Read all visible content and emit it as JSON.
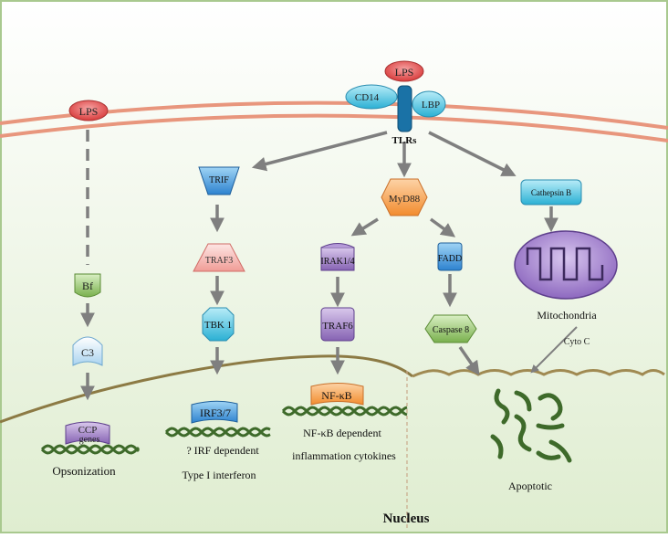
{
  "membrane": {
    "lps_main": "LPS",
    "cd14": "CD14",
    "lbp": "LBP",
    "tlrs": "TLRs"
  },
  "complement": {
    "lps": "LPS",
    "bf": "Bf",
    "c3": "C3",
    "ccp_line1": "CCP",
    "ccp_line2": "genes",
    "opsonization": "Opsonization"
  },
  "trif_pathway": {
    "trif": "TRIF",
    "traf3": "TRAF3",
    "tbk1": "TBK 1",
    "irf37": "IRF3/7",
    "irf_dependent": "? IRF dependent",
    "type1_interferon": "Type I interferon"
  },
  "myd88_pathway": {
    "myd88": "MyD88",
    "irak14": "IRAK1/4",
    "traf6": "TRAF6",
    "nfkb": "NF-κB",
    "nfkb_dependent": "NF-κB dependent",
    "inflammation": "inflammation cytokines",
    "fadd": "FADD",
    "caspase8": "Caspase 8"
  },
  "cathepsin_pathway": {
    "cathepsin_b": "Cathepsin B",
    "mitochondria": "Mitochondria",
    "cyto_c": "Cyto C",
    "apoptotic": "Apoptotic"
  },
  "nucleus_label": "Nucleus",
  "colors": {
    "cytoplasm_top": "#ffffff",
    "cytoplasm_bottom": "#e3efd4",
    "frame": "#a9c98f",
    "membrane": "#e8967d",
    "nucleus_line": "#8c7a44",
    "arrow": "#7f7f7f",
    "lps": "#e04a4a",
    "cd14": "#39b9d9",
    "receptor": "#1a72a6",
    "trif": "#3c8fd6",
    "traf3": "#f5b9b5",
    "tbk1": "#38b8d6",
    "irf37": "#3a8fd8",
    "myd88": "#f6a04d",
    "irak": "#9a77bd",
    "traf6": "#9a77bd",
    "nfkb": "#f6a04d",
    "fadd": "#3aa6dc",
    "caspase": "#8cc063",
    "cathepsin": "#38c0dc",
    "mito": "#a383cb",
    "bf": "#8cc063",
    "c3": "#cfe6f5",
    "ccp": "#9a77bd",
    "dna": "#3e6a2a"
  }
}
